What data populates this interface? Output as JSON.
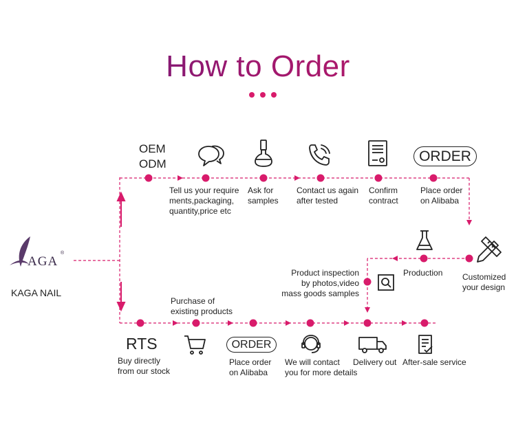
{
  "title": "How to Order",
  "brand": {
    "logo_text": "AGA",
    "logo_mark": "®",
    "name": "KAGA NAIL"
  },
  "oem_route": {
    "start_label_1": "OEM",
    "start_label_2": "ODM",
    "steps": [
      {
        "icon": "chat-bubbles-icon",
        "lines": [
          "Tell us your require",
          "ments,packaging,",
          "quantity,price etc"
        ]
      },
      {
        "icon": "nail-polish-bottle-icon",
        "lines": [
          "Ask for",
          "samples"
        ]
      },
      {
        "icon": "phone-icon",
        "lines": [
          "Contact us again",
          "after tested"
        ]
      },
      {
        "icon": "contract-document-icon",
        "lines": [
          "Confirm",
          "contract"
        ]
      },
      {
        "icon": "order-badge",
        "badge_text": "ORDER",
        "lines": [
          "Place order",
          "on Alibaba"
        ]
      }
    ],
    "return_steps": [
      {
        "icon": "pencil-ruler-icon",
        "lines": [
          "Customized",
          "your design"
        ]
      },
      {
        "icon": "flask-icon",
        "lines": [
          "Production"
        ]
      },
      {
        "icon": "inspection-magnifier-icon",
        "lines": [
          "Product inspection",
          "by photos,video",
          "mass goods samples"
        ]
      }
    ]
  },
  "rts_route": {
    "start_label": "RTS",
    "start_lines": [
      "Buy directly",
      "from our stock"
    ],
    "purchase_lines": [
      "Purchase of",
      "existing products"
    ],
    "steps": [
      {
        "icon": "shopping-cart-icon",
        "lines": []
      },
      {
        "icon": "order-badge",
        "badge_text": "ORDER",
        "lines": [
          "Place order",
          "on Alibaba"
        ]
      },
      {
        "icon": "headset-icon",
        "lines": [
          "We will contact",
          "you for more details"
        ]
      },
      {
        "icon": "delivery-truck-icon",
        "lines": [
          "Delivery out"
        ]
      },
      {
        "icon": "service-document-icon",
        "lines": [
          "After-sale service"
        ]
      }
    ]
  },
  "colors": {
    "accent": "#d81b6b",
    "title_start": "#5a1a7a",
    "title_end": "#c01a66",
    "text": "#222222"
  }
}
